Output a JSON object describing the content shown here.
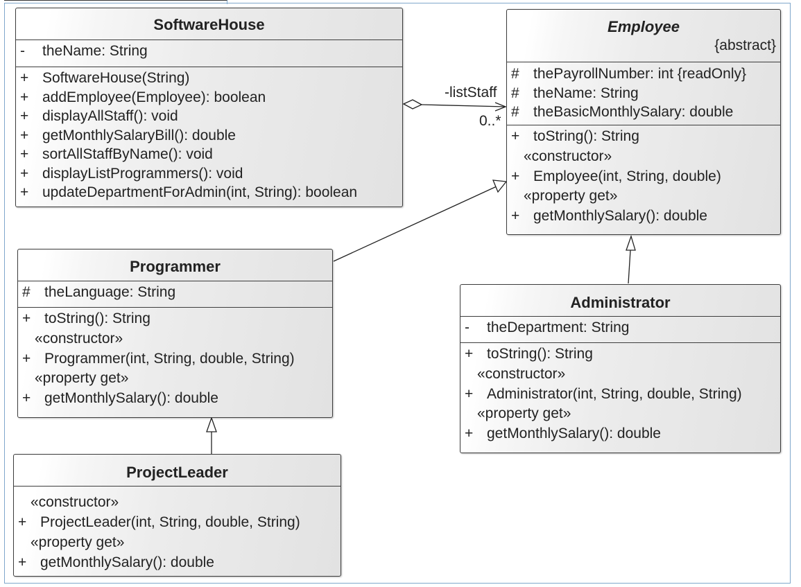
{
  "classes": {
    "software_house": {
      "name": "SoftwareHouse",
      "attributes": [
        {
          "vis": "-",
          "text": "theName: String"
        }
      ],
      "operations": [
        {
          "vis": "+",
          "text": "SoftwareHouse(String)"
        },
        {
          "vis": "+",
          "text": "addEmployee(Employee): boolean"
        },
        {
          "vis": "+",
          "text": "displayAllStaff(): void"
        },
        {
          "vis": "+",
          "text": "getMonthlySalaryBill(): double"
        },
        {
          "vis": "+",
          "text": "sortAllStaffByName(): void"
        },
        {
          "vis": "+",
          "text": "displayListProgrammers(): void"
        },
        {
          "vis": "+",
          "text": "updateDepartmentForAdmin(int, String): boolean"
        }
      ]
    },
    "employee": {
      "name": "Employee",
      "abstract_label": "{abstract}",
      "attributes": [
        {
          "vis": "#",
          "text": "thePayrollNumber: int {readOnly}"
        },
        {
          "vis": "#",
          "text": "theName: String"
        },
        {
          "vis": "#",
          "text": "theBasicMonthlySalary: double"
        }
      ],
      "op1": {
        "vis": "+",
        "text": "toString(): String"
      },
      "stereo_constructor": "«constructor»",
      "ctor": {
        "vis": "+",
        "text": "Employee(int, String, double)"
      },
      "stereo_property": "«property get»",
      "getter": {
        "vis": "+",
        "text": "getMonthlySalary(): double"
      }
    },
    "programmer": {
      "name": "Programmer",
      "attributes": [
        {
          "vis": "#",
          "text": "theLanguage: String"
        }
      ],
      "op1": {
        "vis": "+",
        "text": "toString(): String"
      },
      "stereo_constructor": "«constructor»",
      "ctor": {
        "vis": "+",
        "text": "Programmer(int, String, double, String)"
      },
      "stereo_property": "«property get»",
      "getter": {
        "vis": "+",
        "text": "getMonthlySalary(): double"
      }
    },
    "administrator": {
      "name": "Administrator",
      "attributes": [
        {
          "vis": "-",
          "text": "theDepartment: String"
        }
      ],
      "op1": {
        "vis": "+",
        "text": "toString(): String"
      },
      "stereo_constructor": "«constructor»",
      "ctor": {
        "vis": "+",
        "text": "Administrator(int, String, double, String)"
      },
      "stereo_property": "«property get»",
      "getter": {
        "vis": "+",
        "text": "getMonthlySalary(): double"
      }
    },
    "project_leader": {
      "name": "ProjectLeader",
      "stereo_constructor": "«constructor»",
      "ctor": {
        "vis": "+",
        "text": "ProjectLeader(int, String, double, String)"
      },
      "stereo_property": "«property get»",
      "getter": {
        "vis": "+",
        "text": "getMonthlySalary(): double"
      }
    }
  },
  "association": {
    "role": "-listStaff",
    "multiplicity": "0..*"
  }
}
